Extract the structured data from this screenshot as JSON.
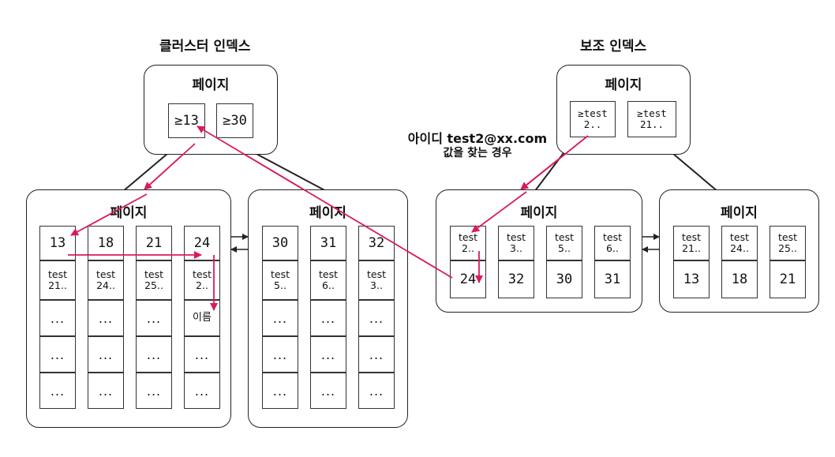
{
  "clustered_index": {
    "title": "클러스터 인덱스",
    "root": {
      "title": "페이지",
      "keys": [
        "≥13",
        "≥30"
      ]
    },
    "leaf_left": {
      "title": "페이지",
      "columns": [
        {
          "key": "13",
          "row": "test\n21..",
          "extra": "..."
        },
        {
          "key": "18",
          "row": "test\n24..",
          "extra": "..."
        },
        {
          "key": "21",
          "row": "test\n25..",
          "extra": "..."
        },
        {
          "key": "24",
          "row": "test\n2..",
          "extra": "이름"
        }
      ],
      "filler": "..."
    },
    "leaf_right": {
      "title": "페이지",
      "columns": [
        {
          "key": "30",
          "row": "test\n5.."
        },
        {
          "key": "31",
          "row": "test\n6.."
        },
        {
          "key": "32",
          "row": "test\n3.."
        }
      ],
      "filler": "..."
    }
  },
  "secondary_index": {
    "title": "보조 인덱스",
    "root": {
      "title": "페이지",
      "keys": [
        "≥test\n2..",
        "≥test\n21.."
      ]
    },
    "leaf_left": {
      "title": "페이지",
      "columns": [
        {
          "key": "test\n2..",
          "pk": "24"
        },
        {
          "key": "test\n3..",
          "pk": "32"
        },
        {
          "key": "test\n5..",
          "pk": "30"
        },
        {
          "key": "test\n6..",
          "pk": "31"
        }
      ]
    },
    "leaf_right": {
      "title": "페이지",
      "columns": [
        {
          "key": "test\n21..",
          "pk": "13"
        },
        {
          "key": "test\n24..",
          "pk": "18"
        },
        {
          "key": "test\n25..",
          "pk": "21"
        }
      ]
    }
  },
  "search_label": {
    "line1": "아이디 test2@xx.com",
    "line2": "값을 찾는 경우"
  },
  "colors": {
    "line": "#222222",
    "highlight": "#d81b60"
  }
}
